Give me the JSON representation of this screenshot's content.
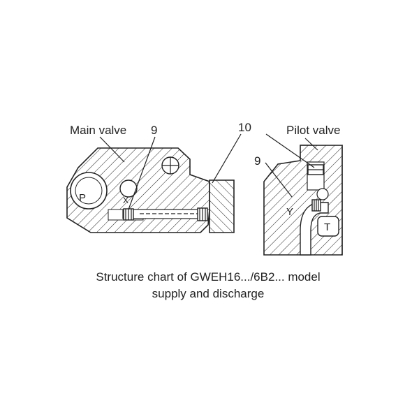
{
  "labels": {
    "main_valve": "Main valve",
    "pilot_valve": "Pilot valve",
    "num_9_left": "9",
    "num_9_right": "9",
    "num_10": "10",
    "port_p": "P",
    "port_x": "X",
    "port_y": "Y",
    "port_t": "T"
  },
  "caption": {
    "line1": "Structure chart of GWEH16.../6B2... model",
    "line2": "supply and discharge"
  },
  "colors": {
    "ink": "#222222",
    "background": "#ffffff"
  }
}
